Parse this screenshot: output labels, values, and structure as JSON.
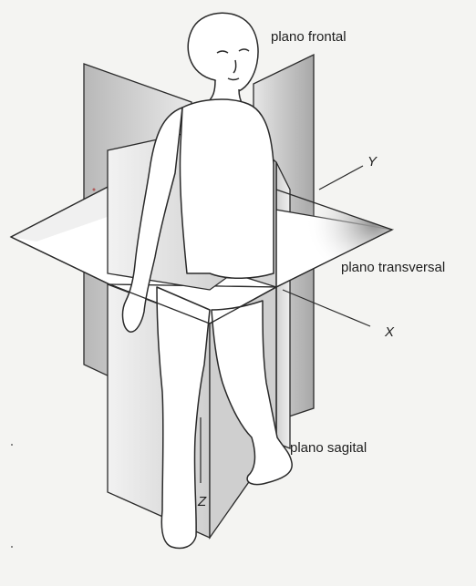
{
  "labels": {
    "frontal": "plano frontal",
    "transversal": "plano transversal",
    "sagital": "plano sagital"
  },
  "axes": {
    "x": "X",
    "y": "Y",
    "z": "Z"
  },
  "colors": {
    "background": "#f4f4f2",
    "plane_fill": "#ffffff",
    "plane_shade": "#9a9a9a",
    "outline": "#2a2a2a"
  }
}
